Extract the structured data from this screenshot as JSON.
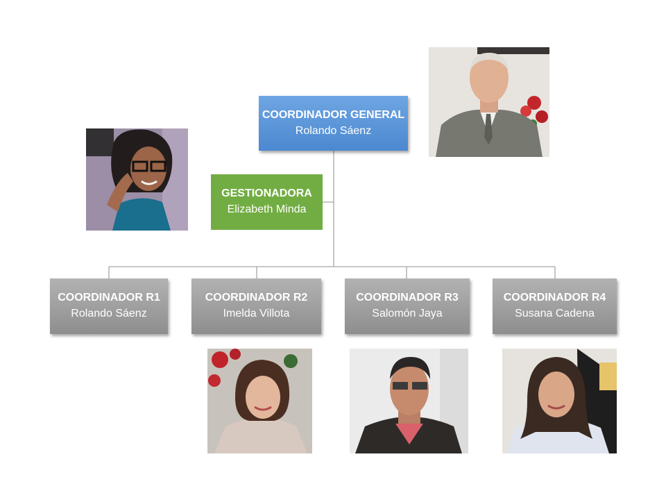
{
  "chart": {
    "general": {
      "role": "COORDINADOR GENERAL",
      "name": "Rolando Sáenz"
    },
    "assistant": {
      "role": "GESTIONADORA",
      "name": "Elizabeth Minda"
    },
    "regions": [
      {
        "role": "COORDINADOR R1",
        "name": "Rolando Sáenz"
      },
      {
        "role": "COORDINADOR R2",
        "name": "Imelda Villota"
      },
      {
        "role": "COORDINADOR R3",
        "name": "Salomón Jaya"
      },
      {
        "role": "COORDINADOR R4",
        "name": "Susana Cadena"
      }
    ]
  },
  "colors": {
    "general": "#5b97da",
    "assistant": "#72ad43",
    "regional": "#9e9e9e",
    "connector": "#a6a6a6"
  }
}
